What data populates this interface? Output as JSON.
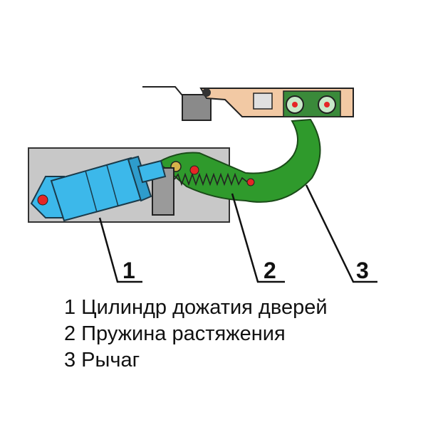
{
  "callouts": {
    "c1": "1",
    "c2": "2",
    "c3": "3"
  },
  "legend": [
    "1 Цилиндр дожатия дверей",
    "2 Пружина растяжения",
    "3 Рычаг"
  ],
  "colors": {
    "plate": "#c8c8c8",
    "cylinder": "#3cb8ea",
    "lever": "#2f9a2c",
    "rail": "#f2c9a4",
    "bracket": "#9a9a9a",
    "pin": "#e52626"
  }
}
